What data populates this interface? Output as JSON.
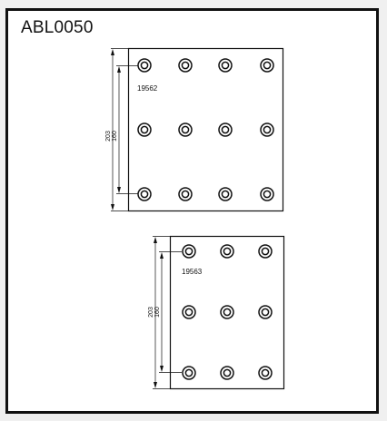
{
  "title": "ABL0050",
  "plates": [
    {
      "part_number": "19562",
      "dim_outer": "203",
      "dim_inner": "160",
      "rows": 3,
      "cols": 4
    },
    {
      "part_number": "19563",
      "dim_outer": "203",
      "dim_inner": "160",
      "rows": 3,
      "cols": 3
    }
  ],
  "colors": {
    "line": "#111111",
    "background": "#f0f0f0",
    "panel": "#ffffff"
  }
}
